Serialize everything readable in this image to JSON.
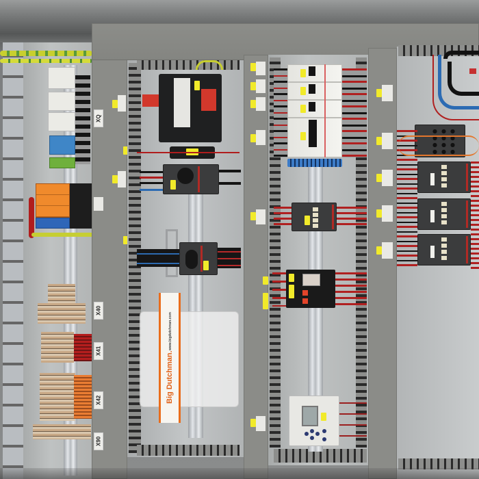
{
  "scene": {
    "subject": "Electrical control cabinet with DIN-rail mounted components",
    "colors": {
      "frame": "#8b8c88",
      "panel_back": "#b8bbbb",
      "label_yellow": "#f1ea2a",
      "wire_red": "#b01d1d",
      "wire_blue": "#2c6bb3",
      "wire_orange": "#e3762c",
      "surge_orange": "#f08a2c",
      "bag_orange": "#e96d1c"
    }
  },
  "terminal_blocks": {
    "labels": [
      "XQ",
      "X40",
      "X41",
      "X42",
      "X90"
    ]
  },
  "column_left": {
    "components": [
      {
        "type": "power-terminals",
        "colors": [
          "white",
          "white",
          "white",
          "blue",
          "green"
        ]
      },
      {
        "type": "surge-protector",
        "colors": [
          "orange",
          "orange",
          "orange",
          "blue"
        ]
      },
      {
        "type": "terminal-strip",
        "label": "X40"
      },
      {
        "type": "terminal-strip",
        "label": "X41"
      },
      {
        "type": "terminal-strip",
        "label": "X42"
      },
      {
        "type": "terminal-strip",
        "label": "X90"
      }
    ]
  },
  "column_middle": {
    "components": [
      {
        "type": "transformer"
      },
      {
        "type": "fuse-holder"
      },
      {
        "type": "rotary-switch",
        "position": "upper"
      },
      {
        "type": "rotary-switch",
        "position": "lower"
      },
      {
        "type": "spare-parts-bag",
        "brand": "Big Dutchman.",
        "url": "www.bigdutchman.com"
      }
    ]
  },
  "column_right_inner": {
    "components": [
      {
        "type": "circuit-breaker",
        "poles": 1
      },
      {
        "type": "circuit-breaker",
        "poles": 1
      },
      {
        "type": "circuit-breaker",
        "poles": 1
      },
      {
        "type": "circuit-breaker",
        "poles": 3
      },
      {
        "type": "neutral-bar",
        "color": "blue"
      },
      {
        "type": "contactor"
      },
      {
        "type": "relay-module"
      },
      {
        "type": "plc-controller"
      }
    ]
  },
  "column_far_right": {
    "components": [
      {
        "type": "terminal-block-header"
      },
      {
        "type": "contactor"
      },
      {
        "type": "contactor"
      },
      {
        "type": "contactor"
      }
    ]
  }
}
